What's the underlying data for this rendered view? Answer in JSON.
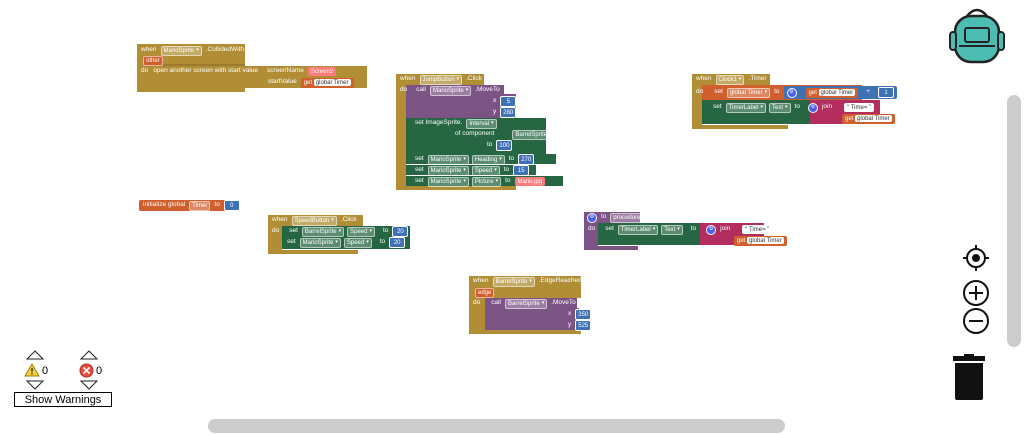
{
  "blocks": {
    "collided": {
      "kw_when": "when",
      "component": "MarioSprite",
      "event": ".CollidedWith",
      "param": "other",
      "kw_do": "do",
      "action": "open another screen with start value",
      "screenName_label": "screenName",
      "screenName_value": "Screen2",
      "startValue_label": "startValue",
      "kw_get": "get",
      "var": "global Timer"
    },
    "jump": {
      "kw_when": "when",
      "component": "JumpButton",
      "event": ".Click",
      "kw_do": "do",
      "kw_call": "call",
      "sprite": "MarioSprite",
      "method": ".MoveTo",
      "x_label": "x",
      "x_value": "5",
      "y_label": "y",
      "y_value": "280",
      "set_generic": "set ImageSprite.",
      "prop_interval": "Interval",
      "of_component": "of component",
      "barrel": "BarrelSprite",
      "to": "to",
      "interval_value": "100",
      "kw_set": "set",
      "prop_heading": "Heading",
      "heading_value": "270",
      "prop_speed": "Speed",
      "speed_value": "15",
      "prop_picture": "Picture",
      "picture_value": "Mario.jpg"
    },
    "clock": {
      "kw_when": "when",
      "component": "Clock1",
      "event": ".Timer",
      "kw_do": "do",
      "kw_set": "set",
      "var": "global Timer",
      "to": "to",
      "kw_get": "get",
      "plus": "+",
      "one": "1",
      "label_comp": "TimerLabel",
      "prop_text": "Text",
      "join": "join",
      "str_time": "Time=",
      "get_var": "global Timer"
    },
    "init": {
      "text": "initialize global",
      "name": "Timer",
      "to": "to",
      "value": "0"
    },
    "speed": {
      "kw_when": "when",
      "component": "SpeedButton",
      "event": ".Click",
      "kw_do": "do",
      "kw_set": "set",
      "barrel": "BarrelSprite",
      "mario": "MarioSprite",
      "prop_speed": "Speed",
      "to": "to",
      "value1": "20",
      "value2": "20"
    },
    "proc": {
      "kw_to": "to",
      "name": "procedure",
      "kw_do": "do",
      "kw_set": "set",
      "label_comp": "TimerLabel",
      "prop_text": "Text",
      "to": "to",
      "join": "join",
      "str_time": "Time=",
      "kw_get": "get",
      "var": "global Timer"
    },
    "edge": {
      "kw_when": "when",
      "component": "BarrelSprite",
      "event": ".EdgeReached",
      "param": "edge",
      "kw_do": "do",
      "kw_call": "call",
      "sprite": "BarrelSprite",
      "method": ".MoveTo",
      "x_label": "x",
      "x_value": "350",
      "y_label": "y",
      "y_value": "525"
    }
  },
  "warnings": {
    "warning_count": "0",
    "error_count": "0",
    "button_label": "Show Warnings"
  },
  "colors": {
    "event": "#b18e35",
    "call": "#7c5385",
    "setter": "#266643",
    "variable": "#d05f2d",
    "math": "#3f71b5",
    "text": "#b32d5e",
    "procedure": "#7c5385",
    "mutator": "#4d5cf0",
    "string_red": "#ff6b6b"
  },
  "toolbar": {
    "backpack_icon": "backpack-icon",
    "center_icon": "crosshair-icon",
    "zoom_in_icon": "zoom-in-icon",
    "zoom_out_icon": "zoom-out-icon",
    "trash_icon": "trash-icon"
  }
}
